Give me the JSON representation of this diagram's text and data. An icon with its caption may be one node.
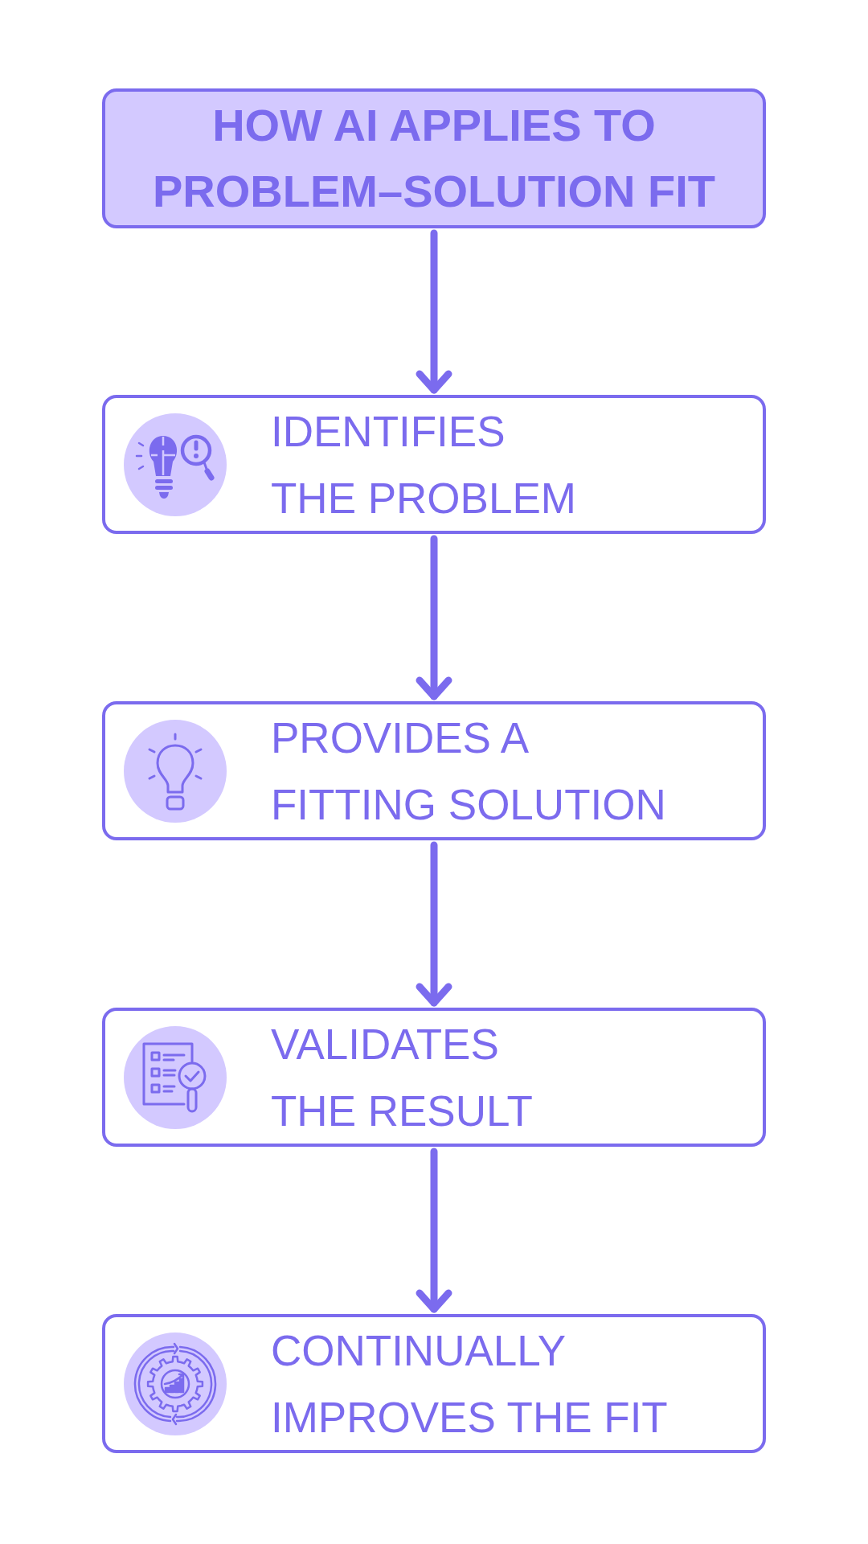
{
  "diagram": {
    "nodes": [
      {
        "text": [
          "HOW AI APPLIES TO PROBLEM–SOLUTION FIT"
        ]
      },
      {
        "text": [
          "IDENTIFIES THE PROBLEM"
        ]
      },
      {
        "text": [
          "PROVIDES A FITTING SOLUTION"
        ]
      },
      {
        "text": [
          "VALIDATES THE RESULT"
        ]
      },
      {
        "text": [
          "CONTINUALLY IMPROVES THE FIT"
        ]
      }
    ],
    "edges": [
      {
        "from": 0,
        "to": 1,
        "arrow": "to"
      },
      {
        "from": 1,
        "to": 2,
        "arrow": "to"
      },
      {
        "from": 2,
        "to": 3,
        "arrow": "to"
      },
      {
        "from": 3,
        "to": 4,
        "arrow": "to"
      }
    ]
  }
}
